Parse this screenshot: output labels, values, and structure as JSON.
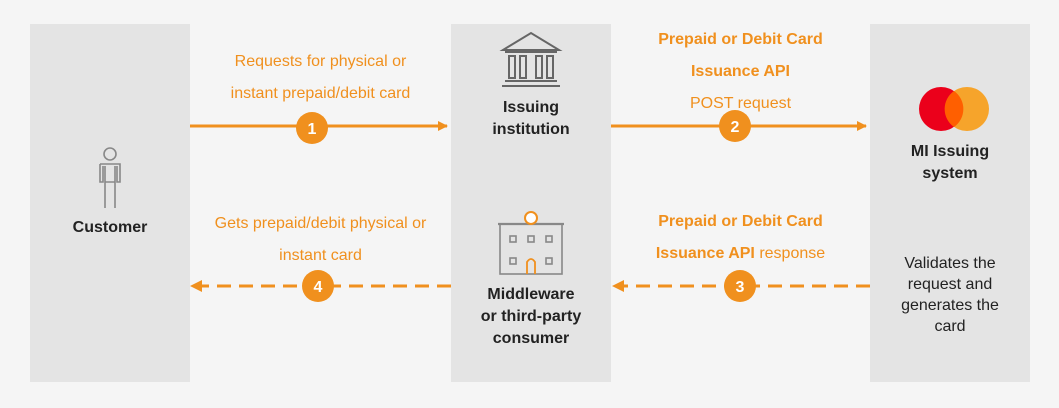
{
  "colors": {
    "accent": "#f0901e",
    "column_bg": "#e4e4e4",
    "page_bg": "#f5f5f5",
    "text": "#222222",
    "mc_red": "#eb001b",
    "mc_orange": "#f79e1b"
  },
  "nodes": {
    "customer": {
      "label": "Customer",
      "icon": "person-icon"
    },
    "issuer": {
      "label_line1": "Issuing",
      "label_line2": "institution",
      "icon": "bank-icon"
    },
    "middleware": {
      "label_line1": "Middleware",
      "label_line2": "or third-party",
      "label_line3": "consumer",
      "icon": "building-icon"
    },
    "mi": {
      "label_line1": "MI Issuing",
      "label_line2": "system",
      "icon": "mastercard-logo-icon"
    },
    "mi_note": {
      "line1": "Validates the",
      "line2": "request and",
      "line3": "generates the",
      "line4": "card"
    }
  },
  "steps": [
    {
      "number": "1",
      "line1": "Requests for physical or",
      "line2": "instant prepaid/debit card"
    },
    {
      "number": "2",
      "line1_bold": "Prepaid or Debit Card",
      "line2_bold": "Issuance API",
      "line3": "POST request"
    },
    {
      "number": "3",
      "line1_bold": "Prepaid or Debit Card",
      "line2_bold": "Issuance API",
      "line2_rest": " response"
    },
    {
      "number": "4",
      "line1": "Gets prepaid/debit physical or",
      "line2": "instant card"
    }
  ]
}
